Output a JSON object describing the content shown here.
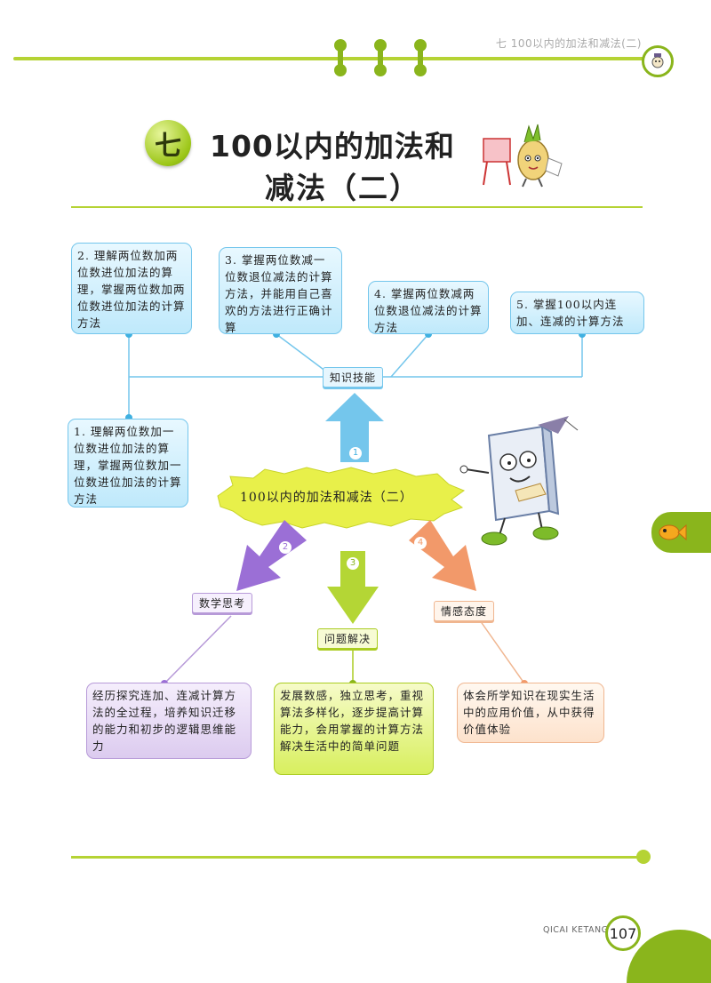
{
  "header": {
    "running_title": "七  100以内的加法和减法(二)"
  },
  "title": {
    "chapter_glyph": "七",
    "line1": "100以内的加法和",
    "line2": "减法（二）"
  },
  "center": {
    "label": "100以内的加法和减法（二）"
  },
  "branches": [
    {
      "number": "1",
      "tag": "知识技能",
      "color": "#74c6ec"
    },
    {
      "number": "2",
      "tag": "数学思考",
      "color": "#9b6fd6"
    },
    {
      "number": "3",
      "tag": "问题解决",
      "color": "#b4d635"
    },
    {
      "number": "4",
      "tag": "情感态度",
      "color": "#f2996a"
    }
  ],
  "skills": [
    {
      "text": "1. 理解两位数加一位数进位加法的算理，掌握两位数加一位数进位加法的计算方法"
    },
    {
      "text": "2. 理解两位数加两位数进位加法的算理，掌握两位数加两位数进位加法的计算方法"
    },
    {
      "text": "3. 掌握两位数减一位数退位减法的计算方法，并能用自己喜欢的方法进行正确计算"
    },
    {
      "text": "4. 掌握两位数减两位数退位减法的计算方法"
    },
    {
      "text": "5. 掌握100以内连加、连减的计算方法"
    }
  ],
  "thinking": {
    "text": "经历探究连加、连减计算方法的全过程，培养知识迁移的能力和初步的逻辑思维能力"
  },
  "problem_solving": {
    "text": "发展数感，独立思考，重视算法多样化，逐步提高计算能力，会用掌握的计算方法解决生活中的简单问题"
  },
  "attitude": {
    "text": "体会所学知识在现实生活中的应用价值，从中获得价值体验"
  },
  "footer": {
    "publisher": "QICAI KETANG",
    "page_number": "107"
  }
}
